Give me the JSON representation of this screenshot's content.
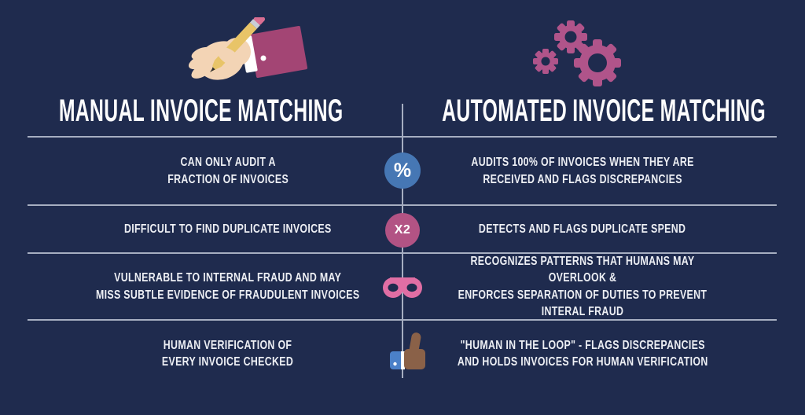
{
  "page": {
    "background": "#1F2B4E",
    "divider_color": "#A6AEC1"
  },
  "header": {
    "left": {
      "title": "MANUAL INVOICE MATCHING",
      "icon": "hand-writing-icon"
    },
    "right": {
      "title": "AUTOMATED INVOICE MATCHING",
      "icon": "gears-icon"
    }
  },
  "rows": [
    {
      "manual": "CAN ONLY AUDIT A\nFRACTION OF INVOICES",
      "icon": {
        "name": "percent-icon",
        "label": "%",
        "color": "#4677B4"
      },
      "automated": "AUDITS 100% OF INVOICES WHEN THEY ARE\nRECEIVED AND FLAGS DISCREPANCIES"
    },
    {
      "manual": "DIFFICULT TO FIND DUPLICATE INVOICES",
      "icon": {
        "name": "x2-icon",
        "label": "X2",
        "color": "#B25384"
      },
      "automated": "DETECTS AND FLAGS DUPLICATE SPEND"
    },
    {
      "manual": "VULNERABLE TO INTERNAL FRAUD AND MAY\nMISS SUBTLE EVIDENCE OF FRAUDULENT INVOICES",
      "icon": {
        "name": "mask-icon",
        "color": "#E06EA4"
      },
      "automated": "RECOGNIZES PATTERNS THAT HUMANS MAY OVERLOOK &\nENFORCES SEPARATION OF DUTIES TO PREVENT INTERAL FRAUD"
    },
    {
      "manual": "HUMAN VERIFICATION OF\nEVERY INVOICE CHECKED",
      "icon": {
        "name": "thumbs-up-icon",
        "color": "#8A6148"
      },
      "automated": "\"HUMAN IN THE LOOP\" - FLAGS DISCREPANCIES\nAND HOLDS INVOICES FOR HUMAN VERIFICATION"
    }
  ],
  "colors": {
    "magenta_sleeve": "#A34574",
    "gear_pink": "#B0548A",
    "mask_pink": "#E06EA4",
    "badge_blue": "#4677B4",
    "badge_pink": "#B25384",
    "skin": "#F3D4B5",
    "pencil_body": "#E8C468",
    "thumb_brown": "#8A6148",
    "cuff_blue": "#4B80C8"
  }
}
